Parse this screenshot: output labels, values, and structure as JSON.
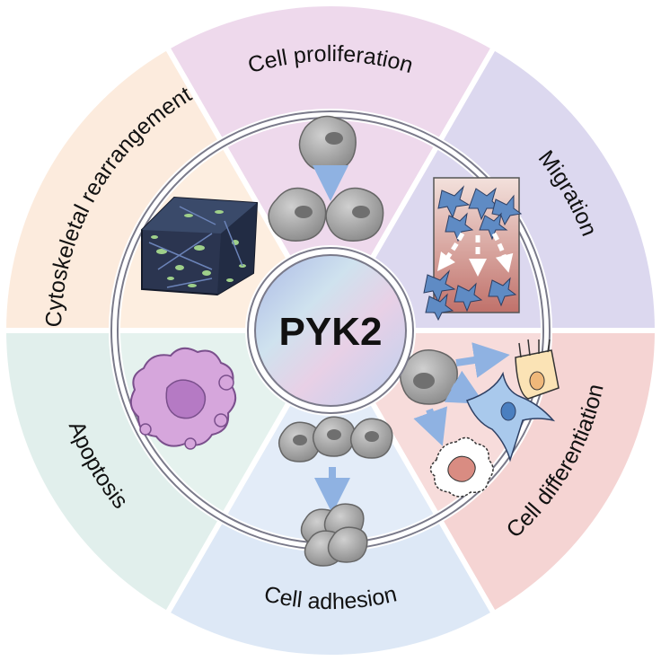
{
  "center": {
    "label": "PYK2"
  },
  "segments": [
    {
      "id": "cell-proliferation",
      "label": "Cell proliferation",
      "outer_color": "#eed9ec",
      "inner_color": "#eed9ec"
    },
    {
      "id": "migration",
      "label": "Migration",
      "outer_color": "#dcd8ef",
      "inner_color": "#dcd8ef"
    },
    {
      "id": "cell-differentiation",
      "label": "Cell differentiation",
      "outer_color": "#f5d4d3",
      "inner_color": "#f7dcdb"
    },
    {
      "id": "cell-adhesion",
      "label": "Cell adhesion",
      "outer_color": "#dde8f6",
      "inner_color": "#e3ecf8"
    },
    {
      "id": "apoptosis",
      "label": "Apoptosis",
      "outer_color": "#e1efec",
      "inner_color": "#e5f2ee"
    },
    {
      "id": "cytoskeletal-rearrangement",
      "label": "Cytoskeletal rearrangement",
      "outer_color": "#fcebdd",
      "inner_color": "#fdeee0"
    }
  ],
  "colors": {
    "separator": "#ffffff",
    "outline": "#7a7a8a",
    "arrow": "#8fb2e2",
    "cell_gray": "#8c8c8c"
  }
}
